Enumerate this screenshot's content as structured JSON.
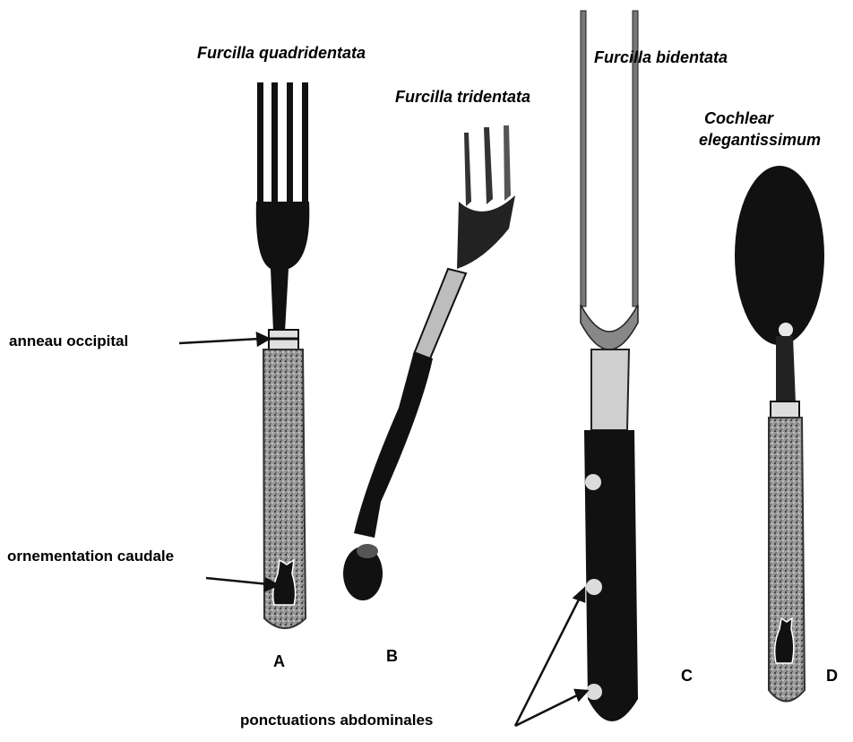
{
  "species": {
    "a": "Furcilla quadridentata",
    "b": "Furcilla tridentata",
    "c": "Furcilla bidentata",
    "d_line1": "Cochlear",
    "d_line2": "elegantissimum"
  },
  "parts": {
    "occipital": "anneau occipital",
    "caudal": "ornementation caudale",
    "abdominal": "ponctuations abdominales"
  },
  "letters": {
    "a": "A",
    "b": "B",
    "c": "C",
    "d": "D"
  },
  "colors": {
    "ink": "#111111",
    "speckle": "#8a8a8a",
    "metal": "#cfcfcf"
  }
}
